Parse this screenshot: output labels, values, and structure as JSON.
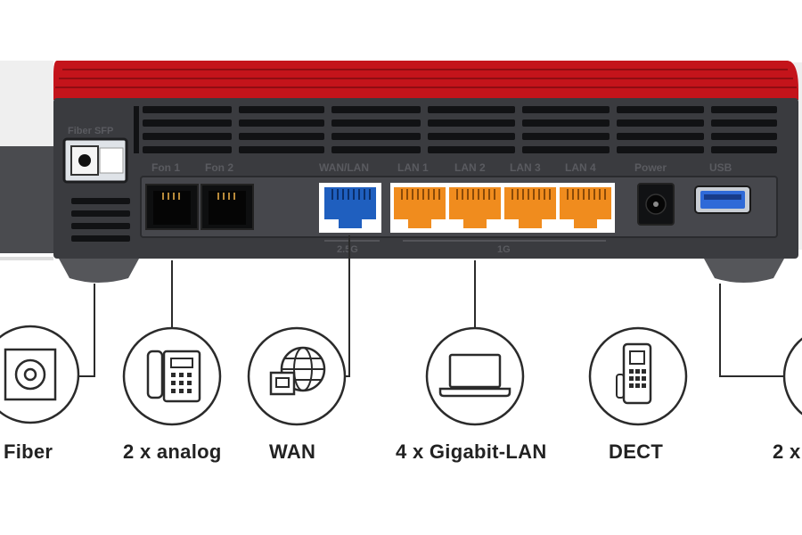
{
  "device": {
    "port_labels": {
      "fiber": "Fiber SFP",
      "fon1": "Fon 1",
      "fon2": "Fon 2",
      "wan": "WAN/LAN",
      "lan1": "LAN 1",
      "lan2": "LAN 2",
      "lan3": "LAN 3",
      "lan4": "LAN 4",
      "power": "Power",
      "usb": "USB"
    },
    "sub_labels": {
      "wan_speed": "2.5G",
      "lan_speed": "1G"
    },
    "colors": {
      "red_top": "#c4141b",
      "body": "#3a3b3f",
      "wan_port": "#1f5fbf",
      "lan_port": "#f08c1e",
      "usb_port": "#2f6ad8"
    }
  },
  "features": [
    {
      "icon": "fiber-icon",
      "label": "Fiber"
    },
    {
      "icon": "analog-phone-icon",
      "label": "2 x analog"
    },
    {
      "icon": "wan-globe-icon",
      "label": "WAN"
    },
    {
      "icon": "laptop-icon",
      "label": "4 x Gigabit-LAN"
    },
    {
      "icon": "dect-handset-icon",
      "label": "DECT"
    },
    {
      "icon": "usb-icon",
      "label": "2 x"
    }
  ]
}
